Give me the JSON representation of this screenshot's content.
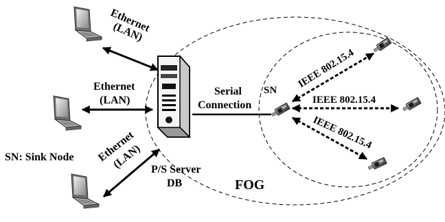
{
  "labels": {
    "ethernet_top_1": "Ethernet",
    "ethernet_top_2": "(LAN)",
    "ethernet_mid_1": "Ethernet",
    "ethernet_mid_2": "(LAN)",
    "ethernet_bot_1": "Ethernet",
    "ethernet_bot_2": "(LAN)",
    "serial_1": "Serial",
    "serial_2": "Connection",
    "sn": "SN",
    "ieee_1": "IEEE 802.15.4",
    "ieee_2": "IEEE 802.15.4",
    "ieee_3": "IEEE 802.15.4",
    "legend": "SN: Sink Node",
    "server_1": "P/S Server",
    "server_2": "DB",
    "fog": "FOG"
  }
}
